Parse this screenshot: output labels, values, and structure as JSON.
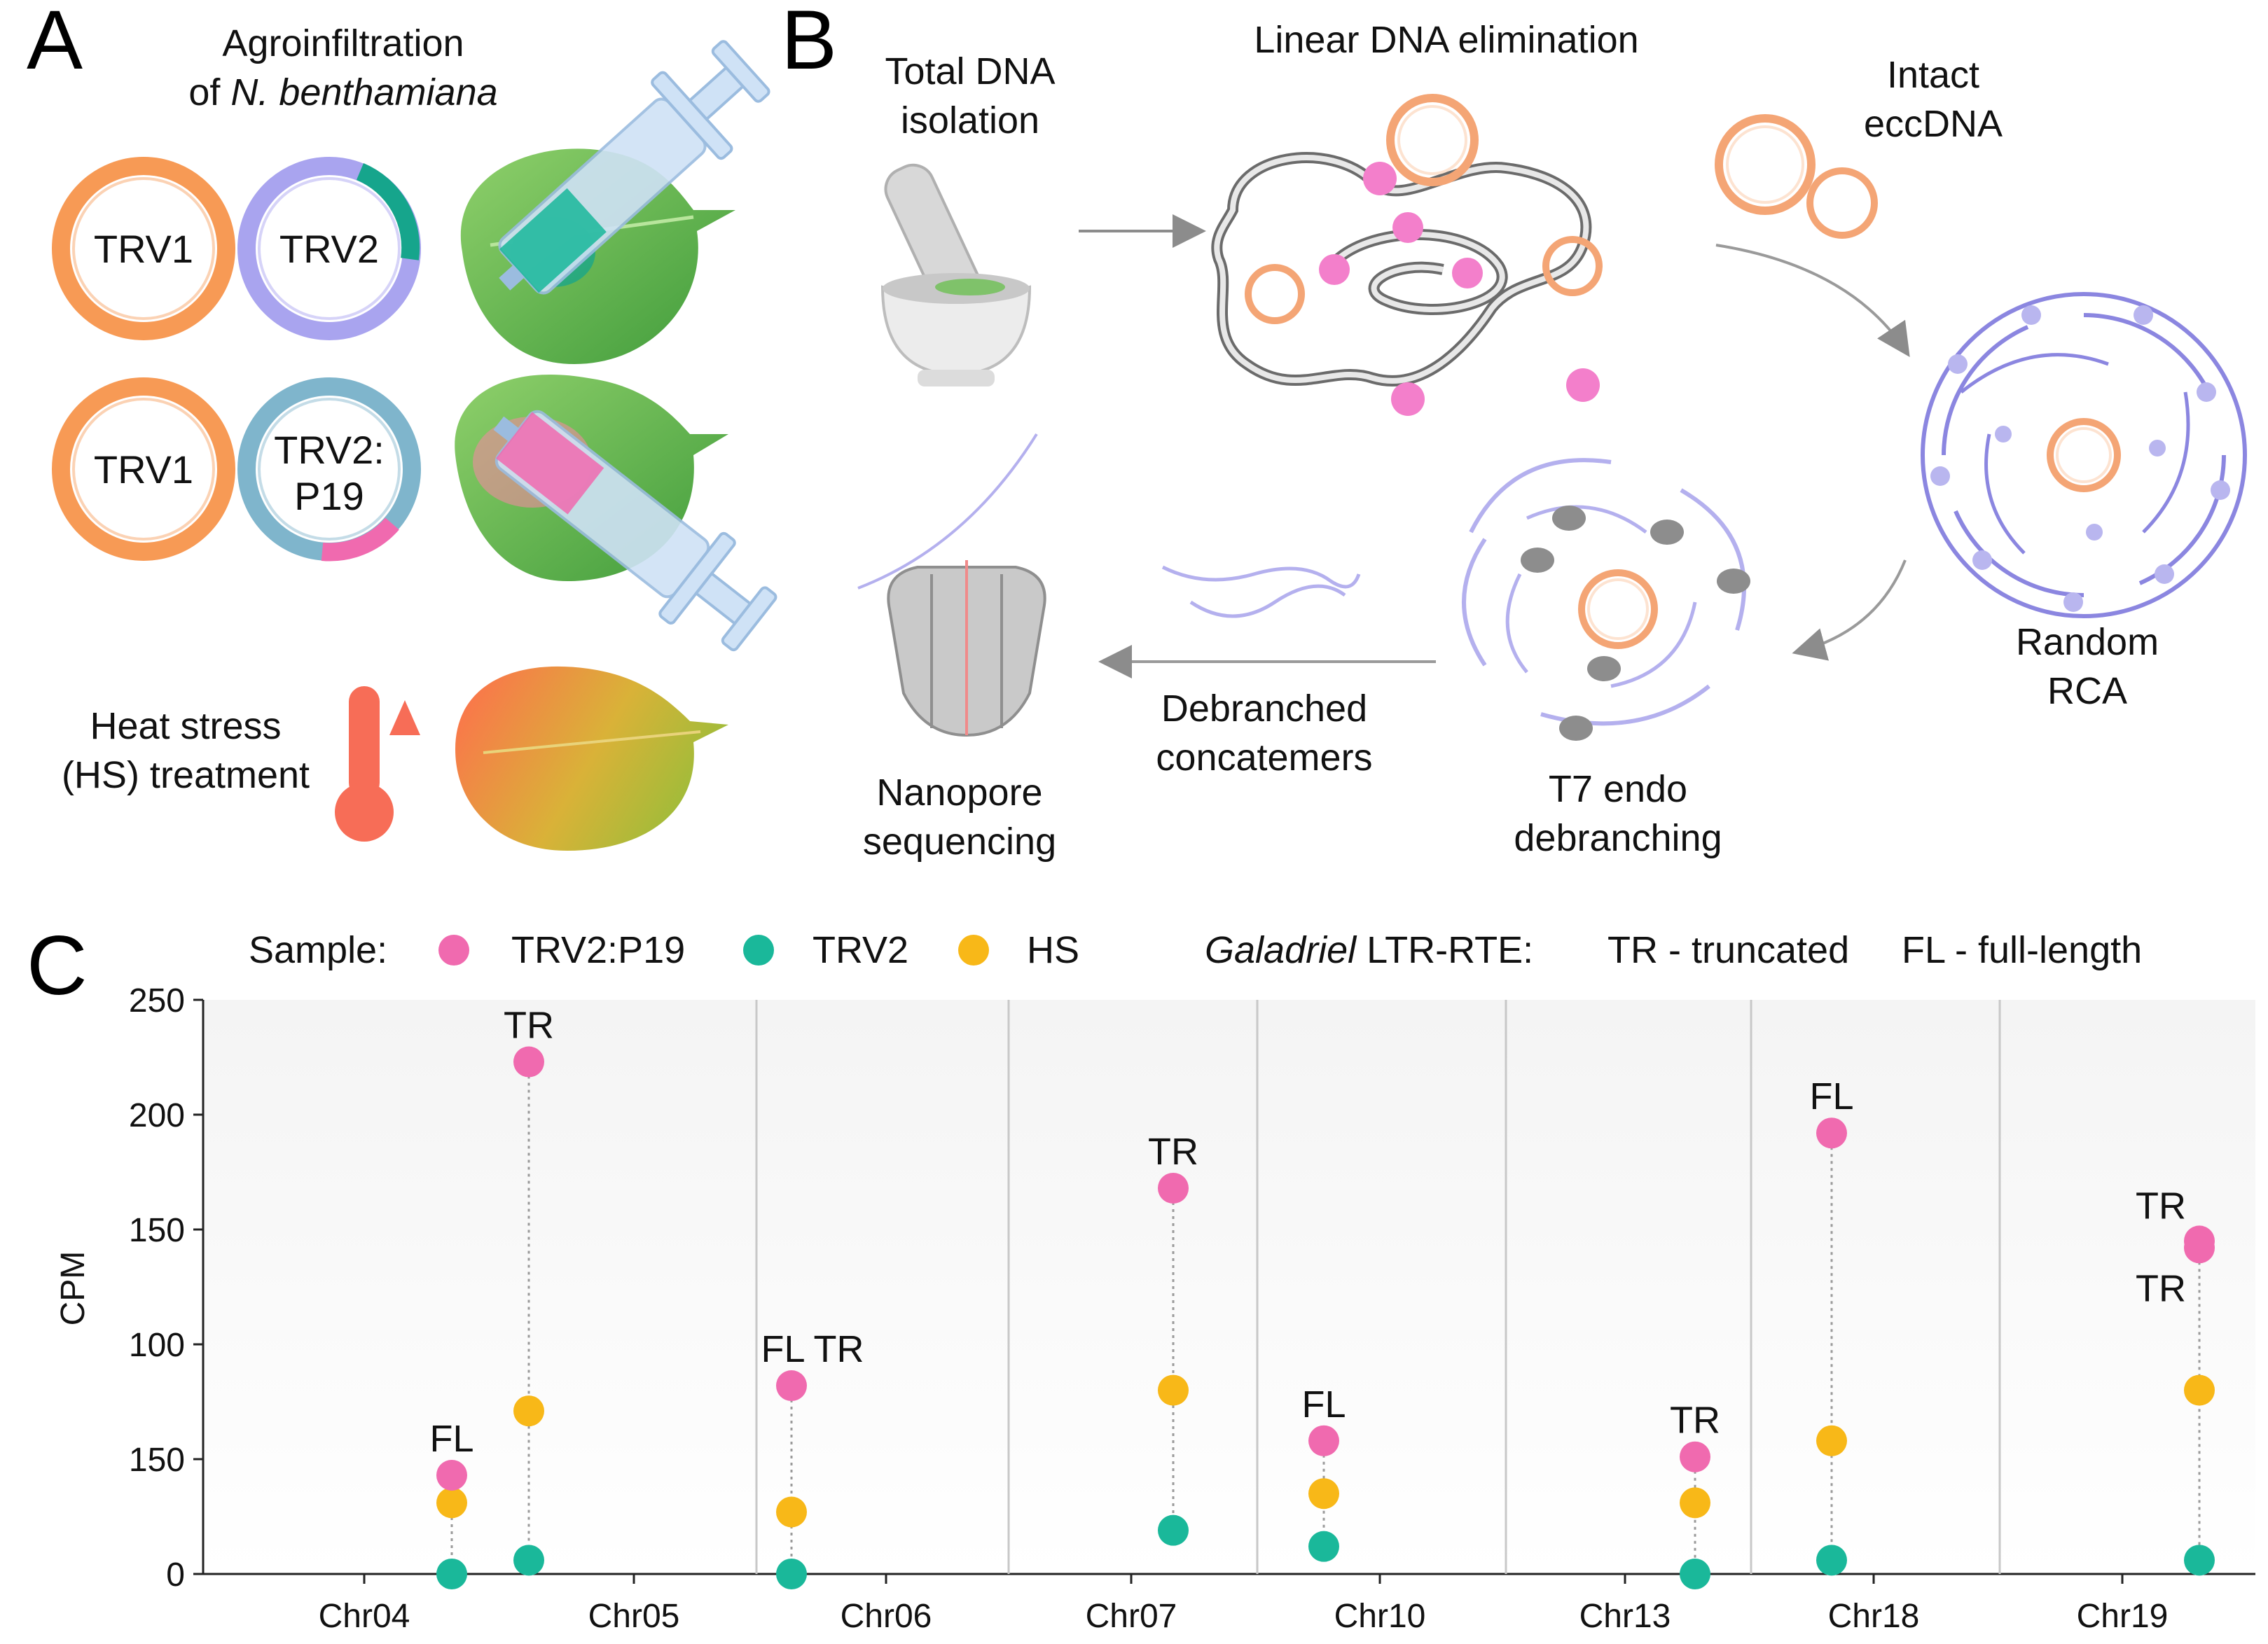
{
  "panels": {
    "a": {
      "letter": "A",
      "title_line1": "Agroinfiltration",
      "title_line2_prefix": "of ",
      "title_line2_species": "N. benthamiana",
      "rings": [
        {
          "label": "TRV1",
          "color": "#f79a55"
        },
        {
          "label": "TRV2",
          "color": "#a9a4ef"
        },
        {
          "label": "TRV1",
          "color": "#f79a55"
        },
        {
          "label": "TRV2:",
          "label2": "P19",
          "color": "#7fb5cc"
        }
      ],
      "hs_line1": "Heat stress",
      "hs_line2": "(HS) treatment"
    },
    "b": {
      "letter": "B",
      "step_isolation_1": "Total DNA",
      "step_isolation_2": "isolation",
      "step_elimination": "Linear DNA elimination",
      "step_intact_1": "Intact",
      "step_intact_2": "eccDNA",
      "step_rca_1": "Random",
      "step_rca_2": "RCA",
      "step_t7_1": "T7 endo",
      "step_t7_2": "debranching",
      "step_concat_1": "Debranched",
      "step_concat_2": "concatemers",
      "step_nanopore_1": "Nanopore",
      "step_nanopore_2": "sequencing"
    }
  },
  "chart_data": {
    "type": "scatter",
    "panel_letter": "C",
    "ylabel": "CPM",
    "ylim": [
      0,
      250
    ],
    "y_ticks": [
      0,
      50,
      100,
      150,
      200,
      250
    ],
    "y_tick_labels": [
      "0",
      "150",
      "100",
      "150",
      "200",
      "250"
    ],
    "grid": false,
    "legend_position": "top",
    "legend_sample_label": "Sample:",
    "legend_family_italic": "Galadriel",
    "legend_family_rest": " LTR-RTE:",
    "legend_tr": "TR - truncated",
    "legend_fl": "FL - full-length",
    "series_colors": {
      "TRV2:P19": "#f06aaf",
      "TRV2": "#1ab89a",
      "HS": "#f8b818"
    },
    "series": [
      {
        "name": "TRV2:P19",
        "color": "#f06aaf"
      },
      {
        "name": "TRV2",
        "color": "#1ab89a"
      },
      {
        "name": "HS",
        "color": "#f8b818"
      }
    ],
    "chromosomes": [
      {
        "name": "Chr04",
        "loci": 1
      },
      {
        "name": "Chr05",
        "loci": 1
      },
      {
        "name": "Chr06",
        "loci": 1
      },
      {
        "name": "Chr07",
        "loci": 1
      },
      {
        "name": "Chr10",
        "loci": 1
      },
      {
        "name": "Chr13",
        "loci": 1
      },
      {
        "name": "Chr18",
        "loci": 1
      },
      {
        "name": "Chr19",
        "loci": 1
      }
    ],
    "points": [
      {
        "chr": "Chr04",
        "label": "FL",
        "values": {
          "TRV2:P19": 43,
          "HS": 31,
          "TRV2": 0
        }
      },
      {
        "chr": "Chr05",
        "label": "TR",
        "values": {
          "TRV2:P19": 223,
          "HS": 71,
          "TRV2": 6
        }
      },
      {
        "chr": "Chr06",
        "label": "FL TR",
        "values": {
          "TRV2:P19": 82,
          "HS": 27,
          "TRV2": 0
        }
      },
      {
        "chr": "Chr07",
        "label": "TR",
        "values": {
          "TRV2:P19": 168,
          "HS": 80,
          "TRV2": 19
        }
      },
      {
        "chr": "Chr10",
        "label": "FL",
        "values": {
          "TRV2:P19": 58,
          "HS": 35,
          "TRV2": 12
        }
      },
      {
        "chr": "Chr13",
        "label": "TR",
        "values": {
          "TRV2:P19": 51,
          "HS": 31,
          "TRV2": 0
        }
      },
      {
        "chr": "Chr18",
        "label": "FL",
        "values": {
          "TRV2:P19": 192,
          "HS": 58,
          "TRV2": 6
        }
      },
      {
        "chr": "Chr19",
        "label": "TR",
        "label2": "TR",
        "values": {
          "TRV2:P19": 142,
          "TRV2:P19_b": 145,
          "HS": 80,
          "TRV2": 6
        }
      }
    ]
  }
}
